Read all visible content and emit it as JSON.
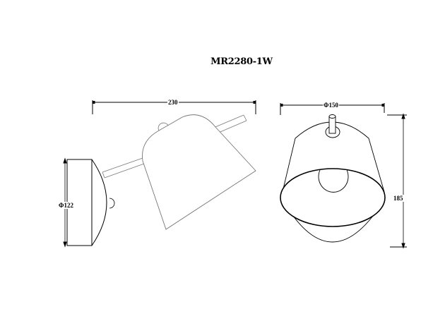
{
  "drawing": {
    "title": "MR2280-1W",
    "side_view": {
      "width_dimension": "230",
      "base_diameter": "Φ122"
    },
    "front_view": {
      "shade_diameter": "Φ150",
      "height_dimension": "185"
    }
  },
  "colors": {
    "line": "#000000",
    "thin_line": "#555555",
    "background": "#ffffff"
  }
}
